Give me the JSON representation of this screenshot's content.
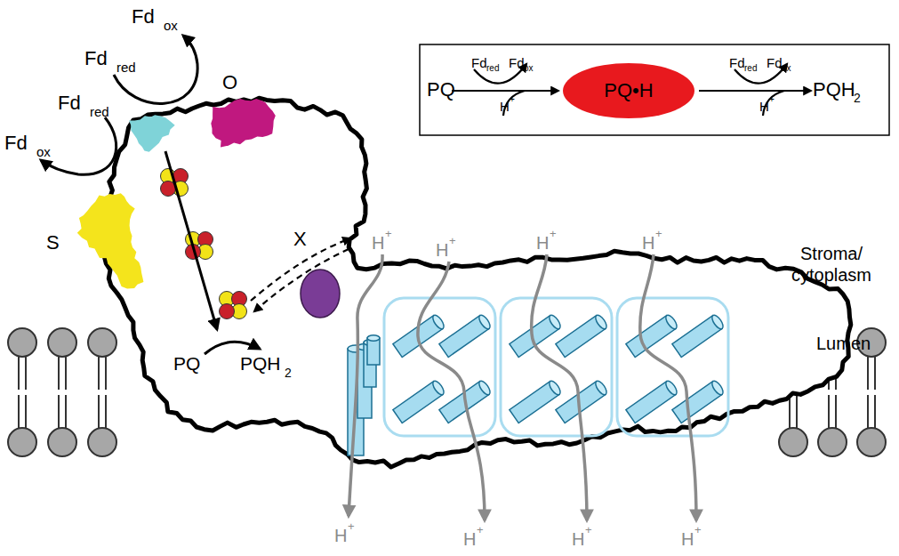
{
  "diagram": {
    "nodes": [
      {
        "text": [
          "PQ",
          "Fd",
          "red",
          "Fd",
          "ox",
          "H",
          "+",
          "Fd",
          "red",
          "Fd",
          "ox",
          "H",
          "+",
          "PQH",
          "2"
        ]
      },
      {
        "text": [
          "PQ•H"
        ],
        "in": 0
      }
    ],
    "labels": [
      "Fd",
      "ox",
      "Fd",
      "red",
      "O",
      "Fd",
      "red",
      "Fd",
      "ox",
      "S",
      "X",
      "H",
      "+",
      "H",
      "+",
      "H",
      "+",
      "H",
      "+",
      "Stroma/ cytoplasm",
      "PQ",
      "PQH",
      "2",
      "Lumen",
      "H",
      "+",
      "H",
      "+",
      "H",
      "+",
      "H",
      "+"
    ]
  }
}
